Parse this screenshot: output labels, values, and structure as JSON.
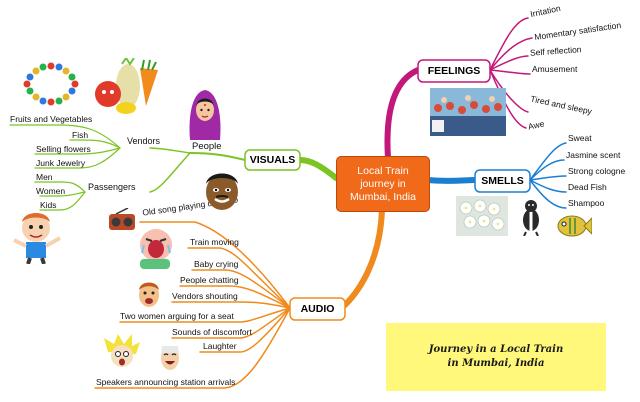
{
  "center": {
    "line1": "Local Train",
    "line2": "journey in",
    "line3": "Mumbai, India"
  },
  "feelings": {
    "title": "FEELINGS",
    "items": [
      "Irritation",
      "Momentary satisfaction",
      "Self reflection",
      "Amusement",
      "Tired and sleepy",
      "Awe"
    ]
  },
  "smells": {
    "title": "SMELLS",
    "items": [
      "Sweat",
      "Jasmine scent",
      "Strong cologne",
      "Dead Fish",
      "Shampoo"
    ]
  },
  "visuals": {
    "title": "VISUALS",
    "people": "People",
    "vendors": "Vendors",
    "vendor_items": [
      "Fruits and Vegetables",
      "Fish",
      "Selling flowers",
      "Junk Jewelry"
    ],
    "passengers": "Passengers",
    "passenger_items": [
      "Men",
      "Women",
      "Kids"
    ]
  },
  "audio": {
    "title": "AUDIO",
    "items": [
      "Old song playing on radio",
      "Train moving",
      "Baby crying",
      "People chatting",
      "Vendors shouting",
      "Two women arguing for a seat",
      "Sounds of discomfort",
      "Laughter",
      "Speakers announcing station arrivals"
    ]
  },
  "caption": {
    "line1": "Journey in a Local Train",
    "line2": "in Mumbai, India"
  },
  "colors": {
    "feelings": "#c2187a",
    "smells": "#1b7fd1",
    "visuals": "#7bc421",
    "audio": "#f08a1c",
    "center": "#f06a1a",
    "caption_bg": "#fff87a"
  },
  "icons": [
    "bead-necklace-icon",
    "vegetables-icon",
    "indian-woman-icon",
    "man-face-icon",
    "kid-icon",
    "radio-icon",
    "crying-baby-icon",
    "chatting-face-icon",
    "shocked-face-icon",
    "laughing-man-icon",
    "crowded-train-photo",
    "jasmine-flowers-photo",
    "skunk-icon",
    "fish-icon"
  ]
}
